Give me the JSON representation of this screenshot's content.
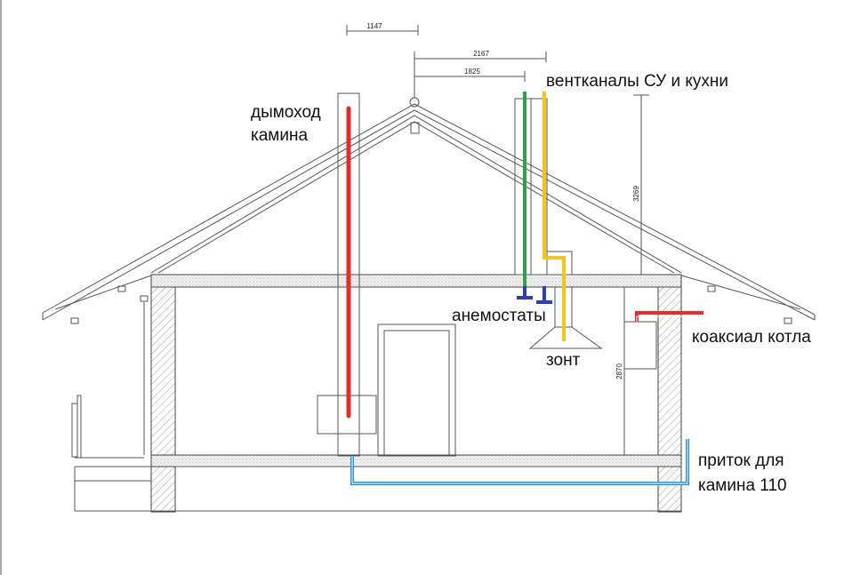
{
  "labels": {
    "chimney": [
      "дымоход",
      "камина"
    ],
    "vent_channels": "вентканалы СУ и кухни",
    "anemostats": "анемостаты",
    "hood": "зонт",
    "coaxial": "коаксиал котла",
    "supply": [
      "приток для",
      "камина 110"
    ]
  },
  "dimensions": {
    "d1": "1147",
    "d2": "2167",
    "d3": "1825",
    "h_right": "3269",
    "h_boiler": "2870"
  },
  "colors": {
    "chimney_pipe": "#e52b2b",
    "vent_green": "#2ca34a",
    "vent_yellow": "#f5c518",
    "anemostat": "#2a3fc0",
    "coaxial_pipe": "#e52b2b",
    "supply_pipe": "#2196d8"
  }
}
